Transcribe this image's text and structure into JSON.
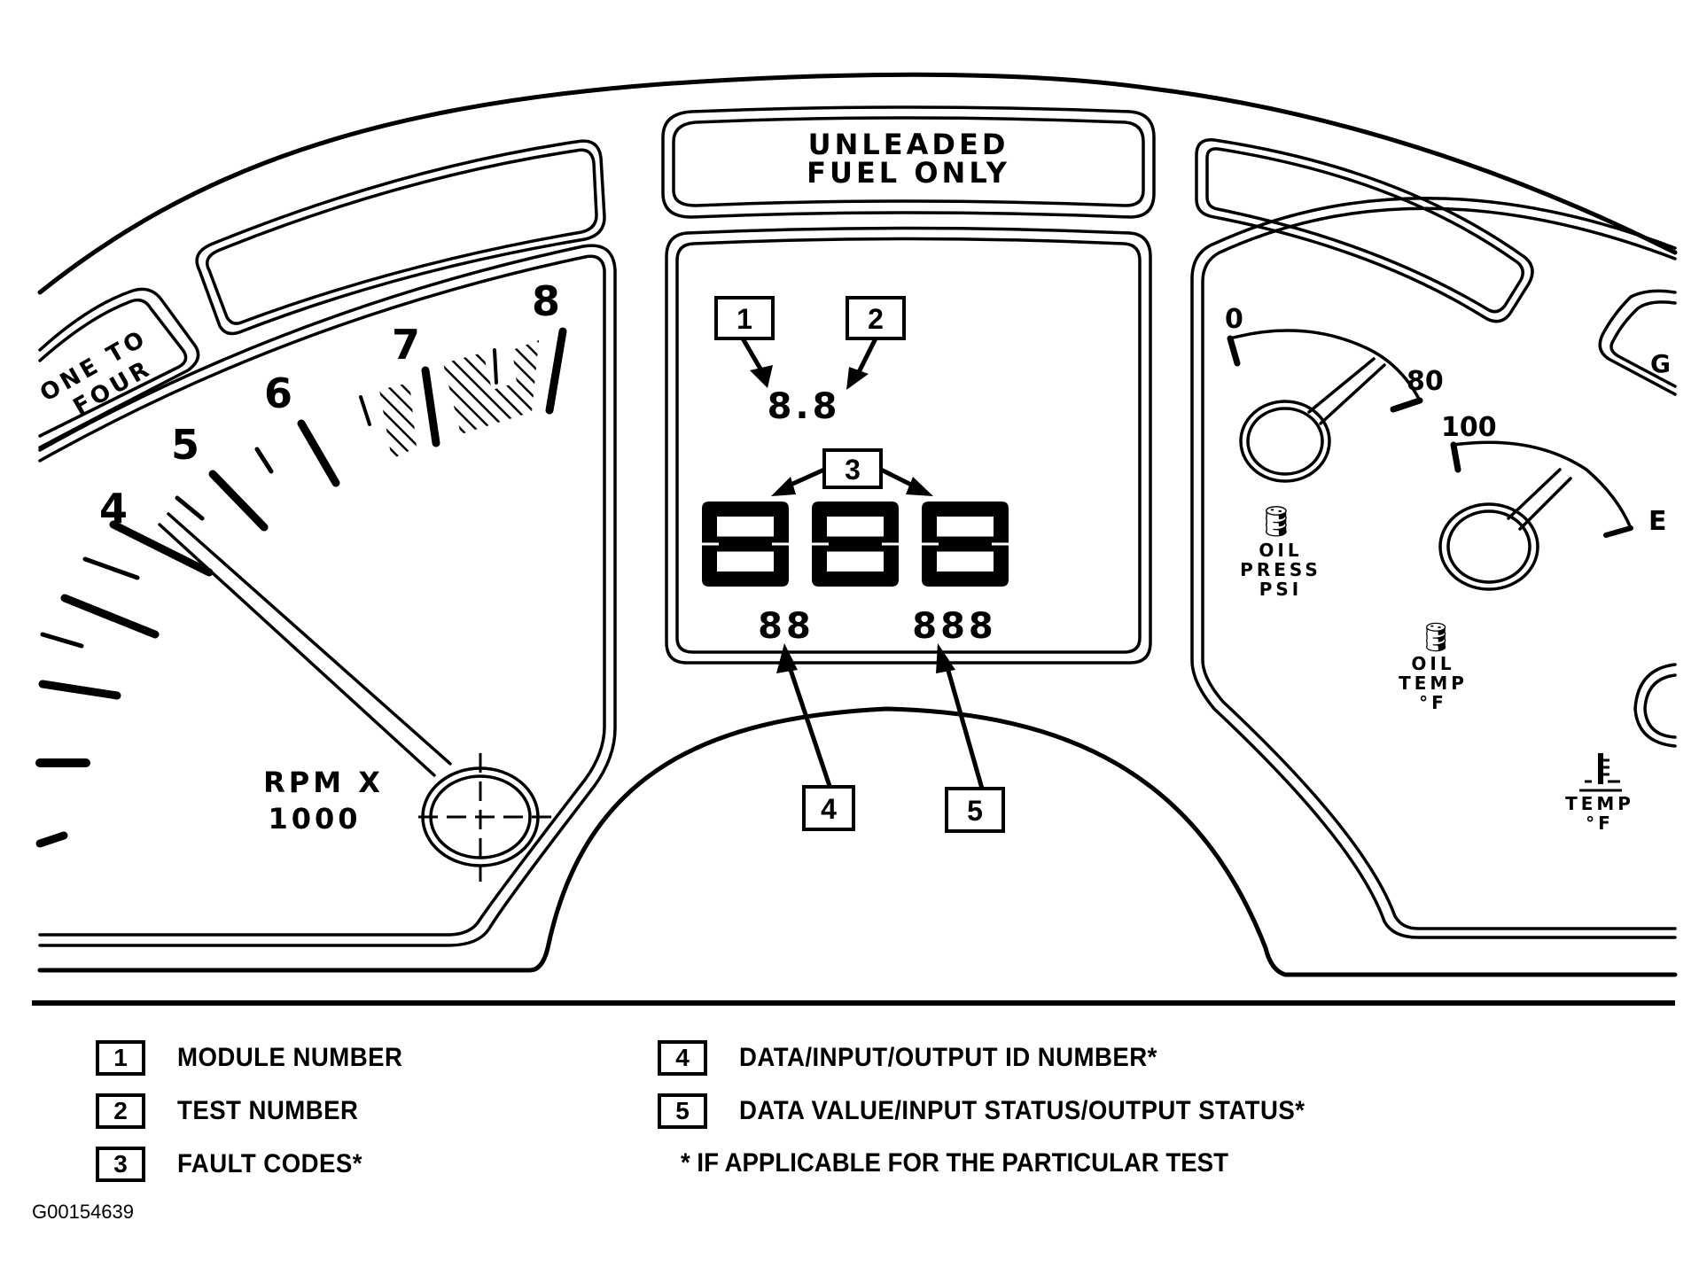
{
  "figure": {
    "id": "G00154639",
    "subject": "Instrument cluster diagnostic display"
  },
  "cluster": {
    "fuel_label_line1": "UNLEADED",
    "fuel_label_line2": "FUEL ONLY",
    "upshift_label_line1": "ONE TO",
    "upshift_label_line2": "FOUR",
    "right_panel_partial_letter": "G",
    "tachometer": {
      "ticks": [
        "4",
        "5",
        "6",
        "7",
        "8"
      ],
      "unit_line1": "RPM X",
      "unit_line2": "1000",
      "redline_start": 7,
      "needle_value": 4
    },
    "oil_pressure_gauge": {
      "min": "0",
      "max": "80",
      "label_line1": "OIL",
      "label_line2": "PRESS",
      "label_line3": "PSI",
      "icon": "oil-can-icon"
    },
    "oil_temp_gauge": {
      "min": "100",
      "max_partial": "E",
      "label_line1": "OIL",
      "label_line2": "TEMP",
      "label_line3": "°F",
      "icon": "oil-can-thermometer-icon"
    },
    "coolant_temp": {
      "label_line1": "TEMP",
      "label_line2": "°F",
      "icon": "coolant-thermometer-icon"
    },
    "diagnostic_display": {
      "module_test_readout": "8.8",
      "fault_code_readout": "888",
      "data_id_readout": "88",
      "data_value_readout": "888"
    },
    "callouts": [
      "1",
      "2",
      "3",
      "4",
      "5"
    ]
  },
  "legend": {
    "items": [
      {
        "num": "1",
        "label": "MODULE NUMBER"
      },
      {
        "num": "2",
        "label": "TEST NUMBER"
      },
      {
        "num": "3",
        "label": "FAULT CODES*"
      },
      {
        "num": "4",
        "label": "DATA/INPUT/OUTPUT ID NUMBER*"
      },
      {
        "num": "5",
        "label": "DATA VALUE/INPUT STATUS/OUTPUT STATUS*"
      }
    ],
    "footnote": "*  IF APPLICABLE FOR THE PARTICULAR TEST"
  }
}
